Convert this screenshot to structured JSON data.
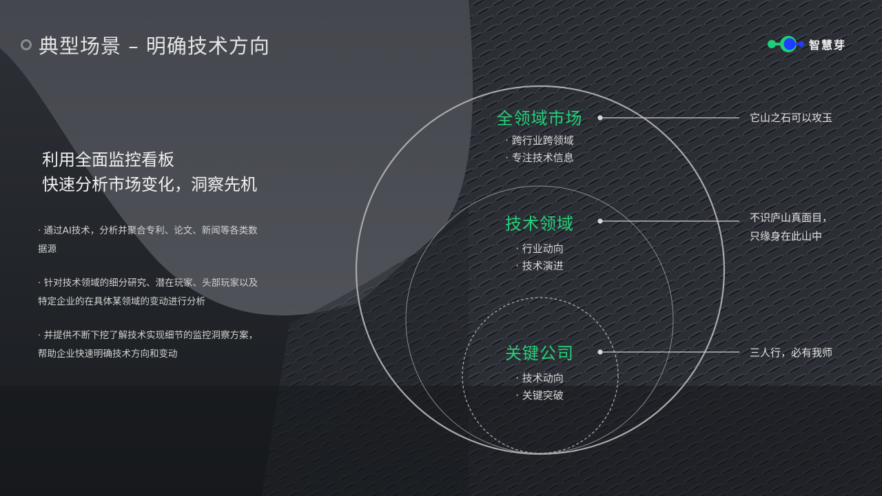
{
  "header": {
    "title": "典型场景 – 明确技术方向",
    "icon": "ring-icon"
  },
  "logo": {
    "text": "智慧芽",
    "icon": "sprout-logo-icon",
    "colors": {
      "green": "#1fce79",
      "blue": "#1f3cff"
    }
  },
  "headline": {
    "line1": "利用全面监控看板",
    "line2": "快速分析市场变化，洞察先机"
  },
  "bullets": [
    "· 通过AI技术，分析并聚合专利、论文、新闻等各类数据源",
    "· 针对技术领域的细分研究、潜在玩家、头部玩家以及特定企业的在具体某领域的变动进行分析",
    "· 并提供不断下挖了解技术实现细节的监控洞察方案，帮助企业快速明确技术方向和变动"
  ],
  "diagram": {
    "accent_color": "#25d07a",
    "circles": [
      {
        "title": "全领域市场",
        "items": [
          "· 跨行业跨领域",
          "· 专注技术信息"
        ],
        "quote": [
          "它山之石可以攻玉"
        ]
      },
      {
        "title": "技术领域",
        "items": [
          "· 行业动向",
          "· 技术演进"
        ],
        "quote": [
          "不识庐山真面目，",
          "只缘身在此山中"
        ]
      },
      {
        "title": "关键公司",
        "items": [
          "· 技术动向",
          "· 关键突破"
        ],
        "quote": [
          "三人行，必有我师"
        ]
      }
    ]
  }
}
